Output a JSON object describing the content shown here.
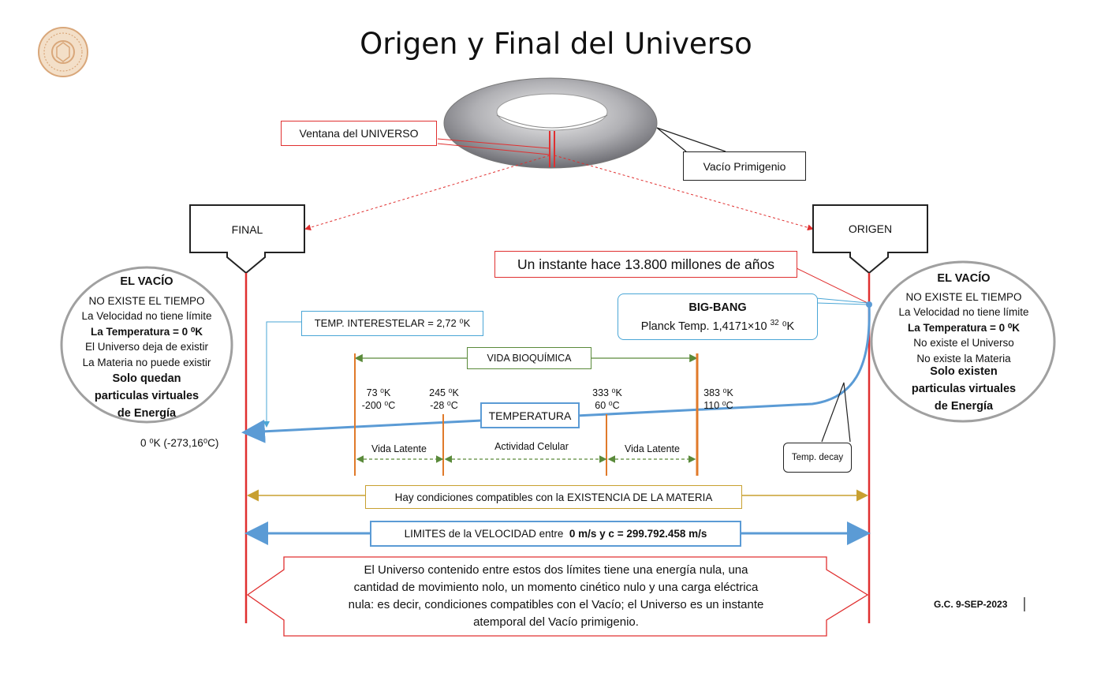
{
  "title": "Origen y Final del Universo",
  "colors": {
    "red": "#e03030",
    "blue": "#5b9bd5",
    "green": "#5a8a3a",
    "gold": "#c8a030",
    "orange": "#e07a2a"
  },
  "window_label": "Ventana del UNIVERSO",
  "void_label": "Vacío Primigenio",
  "final": {
    "label": "FINAL",
    "heading": "EL VACÍO",
    "lines": [
      "NO EXISTE EL TIEMPO",
      "La Velocidad no tiene límite",
      "La Temperatura = 0 ⁰K",
      "El Universo deja de existir",
      "La Materia no puede existir"
    ],
    "closing": [
      "Solo quedan",
      "particulas virtuales",
      "de Energía"
    ],
    "zero_temp": "0 ⁰K (-273,16⁰C)"
  },
  "origen": {
    "label": "ORIGEN",
    "heading": "EL VACÍO",
    "lines": [
      "NO EXISTE EL TIEMPO",
      "La Velocidad no tiene límite",
      "La Temperatura = 0 ⁰K",
      "No existe el Universo",
      "No existe la Materia"
    ],
    "closing": [
      "Solo existen",
      "particulas virtuales",
      "de Energía"
    ]
  },
  "instant_label": "Un instante hace 13.800 millones de años",
  "big_bang": {
    "title": "BIG-BANG",
    "text": "Planck Temp. 1,4171×10",
    "exp": "32",
    "unit": "⁰K"
  },
  "interstellar": "TEMP. INTERESTELAR = 2,72 ⁰K",
  "vida_bioquimica": "VIDA BIOQUÍMICA",
  "temperatura": "TEMPERATURA",
  "temp_decay": "Temp. decay",
  "ticks": [
    {
      "k": "73 ⁰K",
      "c": "-200 ⁰C"
    },
    {
      "k": "245 ⁰K",
      "c": "-28 ⁰C"
    },
    {
      "k": "333 ⁰K",
      "c": "60 ⁰C"
    },
    {
      "k": "383 ⁰K",
      "c": "110 ⁰C"
    }
  ],
  "ranges": [
    "Vida Latente",
    "Actividad Celular",
    "Vida Latente"
  ],
  "materia": "Hay condiciones compatibles con la EXISTENCIA DE LA MATERIA",
  "velocidad": {
    "prefix": "LIMITES de la VELOCIDAD entre",
    "bold": "0 m/s y c = 299.792.458 m/s"
  },
  "conclusion": "El Universo contenido entre estos dos límites tiene una energía nula, una cantidad de movimiento nolo, un momento cinético nulo y una carga eléctrica nula: es decir, condiciones compatibles con el Vacío; el Universo es un instante atemporal del Vacío primigenio.",
  "signature": "G.C. 9-SEP-2023",
  "logo_icon": "seal-logo-icon",
  "torus_icon": "torus-icon"
}
